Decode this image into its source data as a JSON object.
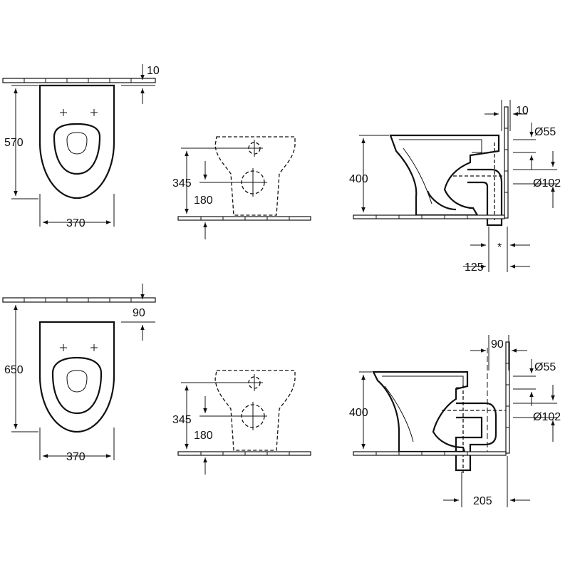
{
  "top": {
    "plan": {
      "depth": "570",
      "width": "370",
      "wall_gap": "10"
    },
    "front": {
      "height": "345",
      "inlet": "180"
    },
    "side": {
      "height": "400",
      "wall_gap": "10",
      "pipe_small": "Ø55",
      "pipe_large": "Ø102",
      "offset": "125",
      "note_mark": "*"
    }
  },
  "bottom": {
    "plan": {
      "depth": "650",
      "width": "370",
      "wall_gap": "90"
    },
    "front": {
      "height": "345",
      "inlet": "180"
    },
    "side": {
      "height": "400",
      "wall_gap": "90",
      "pipe_small": "Ø55",
      "pipe_large": "Ø102",
      "offset": "205"
    }
  }
}
